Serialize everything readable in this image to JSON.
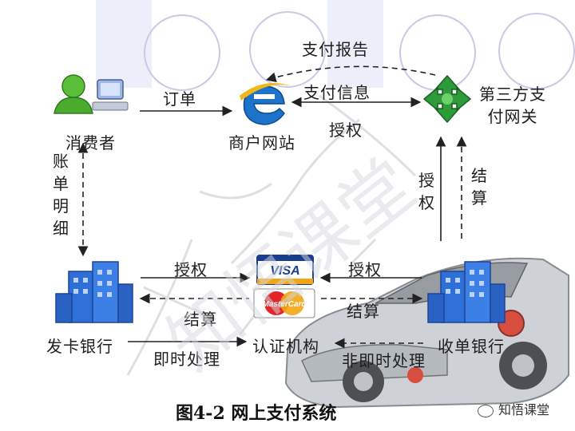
{
  "nodes": {
    "consumer": "消费者",
    "merchant": "商户网站",
    "gateway": "第三方支付网关",
    "issuer": "发卡银行",
    "auth_org": "认证机构",
    "acquirer": "收单银行"
  },
  "edges": {
    "order": "订单",
    "payment_report": "支付报告",
    "payment_info": "支付信息",
    "authorize_merchant": "授权",
    "statement": "账单明细",
    "authorize_gateway": "授权",
    "settle_gateway": "结算",
    "authorize_issuer": "授权",
    "settle_issuer": "结算",
    "realtime": "即时处理",
    "authorize_acquirer": "授权",
    "settle_acquirer": "结算",
    "non_realtime": "非即时处理"
  },
  "badges": {
    "visa": "VISA",
    "mastercard": "MasterCard"
  },
  "caption": "图4-2   网上支付系统",
  "watermark": "知悟课堂",
  "brand": "知悟课堂",
  "colors": {
    "arrow": "#222222",
    "building": "#2f6fd8",
    "gateway_green": "#2e9a3a",
    "ie_blue": "#1d73c9",
    "visa_blue": "#1a3e8f",
    "mc_red": "#e0262b",
    "mc_orange": "#f2a516",
    "deco": "#c7cbe6"
  }
}
